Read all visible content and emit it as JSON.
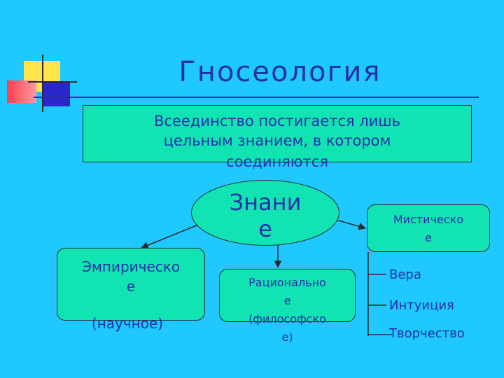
{
  "title": "Гносеология",
  "statement": {
    "line1": "Всеединство постигается лишь",
    "line2": "цельным знанием, в котором",
    "line3": "соединяются"
  },
  "center": {
    "line1": "Знани",
    "line2": "е"
  },
  "empirical": {
    "line1": "Эмпирическо",
    "line2": "е",
    "line3": "(научное)"
  },
  "rational": {
    "line1": "Рационально",
    "line2": "е",
    "line3": "(философско",
    "line4": "е)"
  },
  "mystical": {
    "line1": "Мистическо",
    "line2": "е",
    "items": [
      "Вера",
      "Интуиция",
      "Творчество"
    ]
  },
  "colors": {
    "background": "#1fc8ff",
    "box_fill": "#12e3b2",
    "text": "#2430a8"
  }
}
